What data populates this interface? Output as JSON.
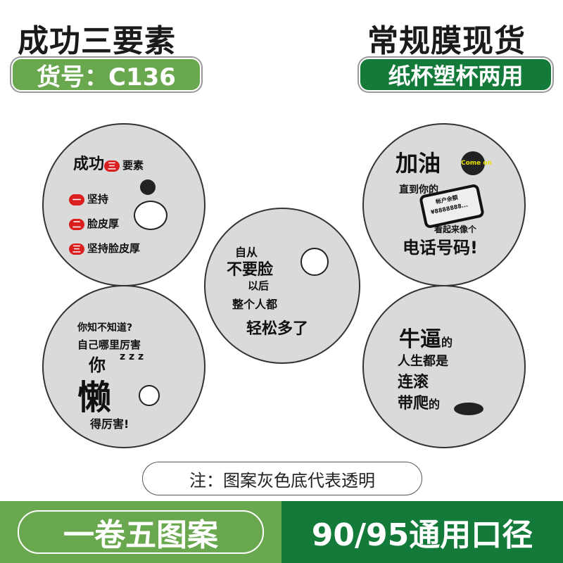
{
  "header": {
    "left_title": "成功三要素",
    "left_badge": "货号：C136",
    "right_title": "常规膜现货",
    "right_badge": "纸杯塑杯两用"
  },
  "colors": {
    "light_green": "#6aa84f",
    "dark_green": "#137a3a",
    "circle_gray": "#dadada",
    "accent_red": "#d9201f"
  },
  "stickers": {
    "top_left": {
      "title": "成功",
      "title2": "要素",
      "num_mark": "三",
      "lines": [
        {
          "mark": "一",
          "text": "坚持"
        },
        {
          "mark": "二",
          "text": "脸皮厚"
        },
        {
          "mark": "三",
          "text": "坚持脸皮厚"
        }
      ]
    },
    "top_right": {
      "title": "加油",
      "bubble": "Come on",
      "line1": "直到你的",
      "phone_text1": "帐户余额",
      "phone_text2": "¥8888888...",
      "line2": "看起来像个",
      "line3": "电话号码!"
    },
    "center": {
      "line1": "自从",
      "line2": "不要脸",
      "line3": "以后",
      "line4": "整个人都",
      "line5": "轻松多了"
    },
    "bottom_left": {
      "line1": "你知不知道?",
      "line2": "自己哪里厉害",
      "line3": "你",
      "line4": "懒",
      "line5": "得厉害!",
      "zzz": "z z z"
    },
    "bottom_right": {
      "line1": "牛逼",
      "line1b": "的",
      "line2": "人生都是",
      "line3": "连滚",
      "line4": "带爬",
      "line4b": "的"
    }
  },
  "note": "注：图案灰色底代表透明",
  "footer": {
    "left": "一卷五图案",
    "right": "90/95通用口径"
  }
}
